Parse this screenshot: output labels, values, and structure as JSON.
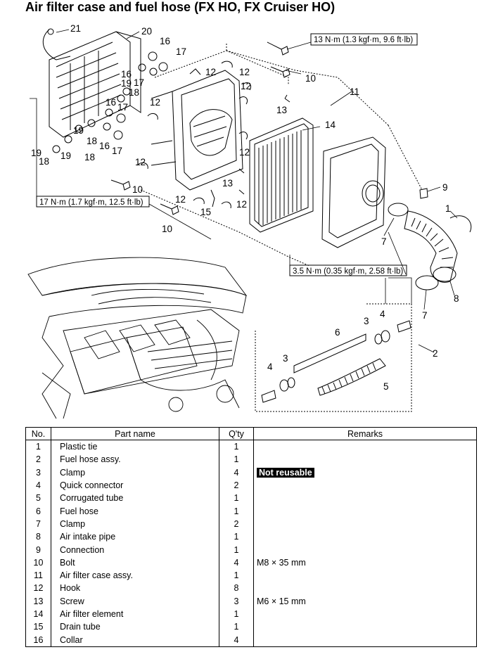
{
  "title": "Air filter case and fuel hose (FX HO, FX Cruiser HO)",
  "torque_labels": {
    "top": "13 N·m (1.3 kgf·m, 9.6 ft·lb)",
    "left": "17 N·m (1.7 kgf·m, 12.5 ft·lb)",
    "mid": "3.5 N·m (0.35 kgf·m, 2.58 ft·lb)"
  },
  "callouts": {
    "n1": "1",
    "n2": "2",
    "n3": "3",
    "n4": "4",
    "n5": "5",
    "n6": "6",
    "n7": "7",
    "n8": "8",
    "n9": "9",
    "n10": "10",
    "n11": "11",
    "n12": "12",
    "n13": "13",
    "n14": "14",
    "n15": "15",
    "n16": "16",
    "n17": "17",
    "n18": "18",
    "n19": "19",
    "n20": "20",
    "n21": "21"
  },
  "table": {
    "headers": {
      "no": "No.",
      "part": "Part name",
      "qty": "Q'ty",
      "remarks": "Remarks"
    },
    "rows": [
      {
        "no": "1",
        "part": "Plastic tie",
        "qty": "1",
        "remarks": "",
        "badge": ""
      },
      {
        "no": "2",
        "part": "Fuel hose assy.",
        "qty": "1",
        "remarks": "",
        "badge": ""
      },
      {
        "no": "3",
        "part": "Clamp",
        "qty": "4",
        "remarks": "",
        "badge": "Not reusable"
      },
      {
        "no": "4",
        "part": "Quick connector",
        "qty": "2",
        "remarks": "",
        "badge": ""
      },
      {
        "no": "5",
        "part": "Corrugated tube",
        "qty": "1",
        "remarks": "",
        "badge": ""
      },
      {
        "no": "6",
        "part": "Fuel hose",
        "qty": "1",
        "remarks": "",
        "badge": ""
      },
      {
        "no": "7",
        "part": "Clamp",
        "qty": "2",
        "remarks": "",
        "badge": ""
      },
      {
        "no": "8",
        "part": "Air intake pipe",
        "qty": "1",
        "remarks": "",
        "badge": ""
      },
      {
        "no": "9",
        "part": "Connection",
        "qty": "1",
        "remarks": "",
        "badge": ""
      },
      {
        "no": "10",
        "part": "Bolt",
        "qty": "4",
        "remarks": "M8 × 35 mm",
        "badge": ""
      },
      {
        "no": "11",
        "part": "Air filter case assy.",
        "qty": "1",
        "remarks": "",
        "badge": ""
      },
      {
        "no": "12",
        "part": "Hook",
        "qty": "8",
        "remarks": "",
        "badge": ""
      },
      {
        "no": "13",
        "part": "Screw",
        "qty": "3",
        "remarks": "M6 × 15 mm",
        "badge": ""
      },
      {
        "no": "14",
        "part": "Air filter element",
        "qty": "1",
        "remarks": "",
        "badge": ""
      },
      {
        "no": "15",
        "part": "Drain tube",
        "qty": "1",
        "remarks": "",
        "badge": ""
      },
      {
        "no": "16",
        "part": "Collar",
        "qty": "4",
        "remarks": "",
        "badge": ""
      }
    ]
  }
}
